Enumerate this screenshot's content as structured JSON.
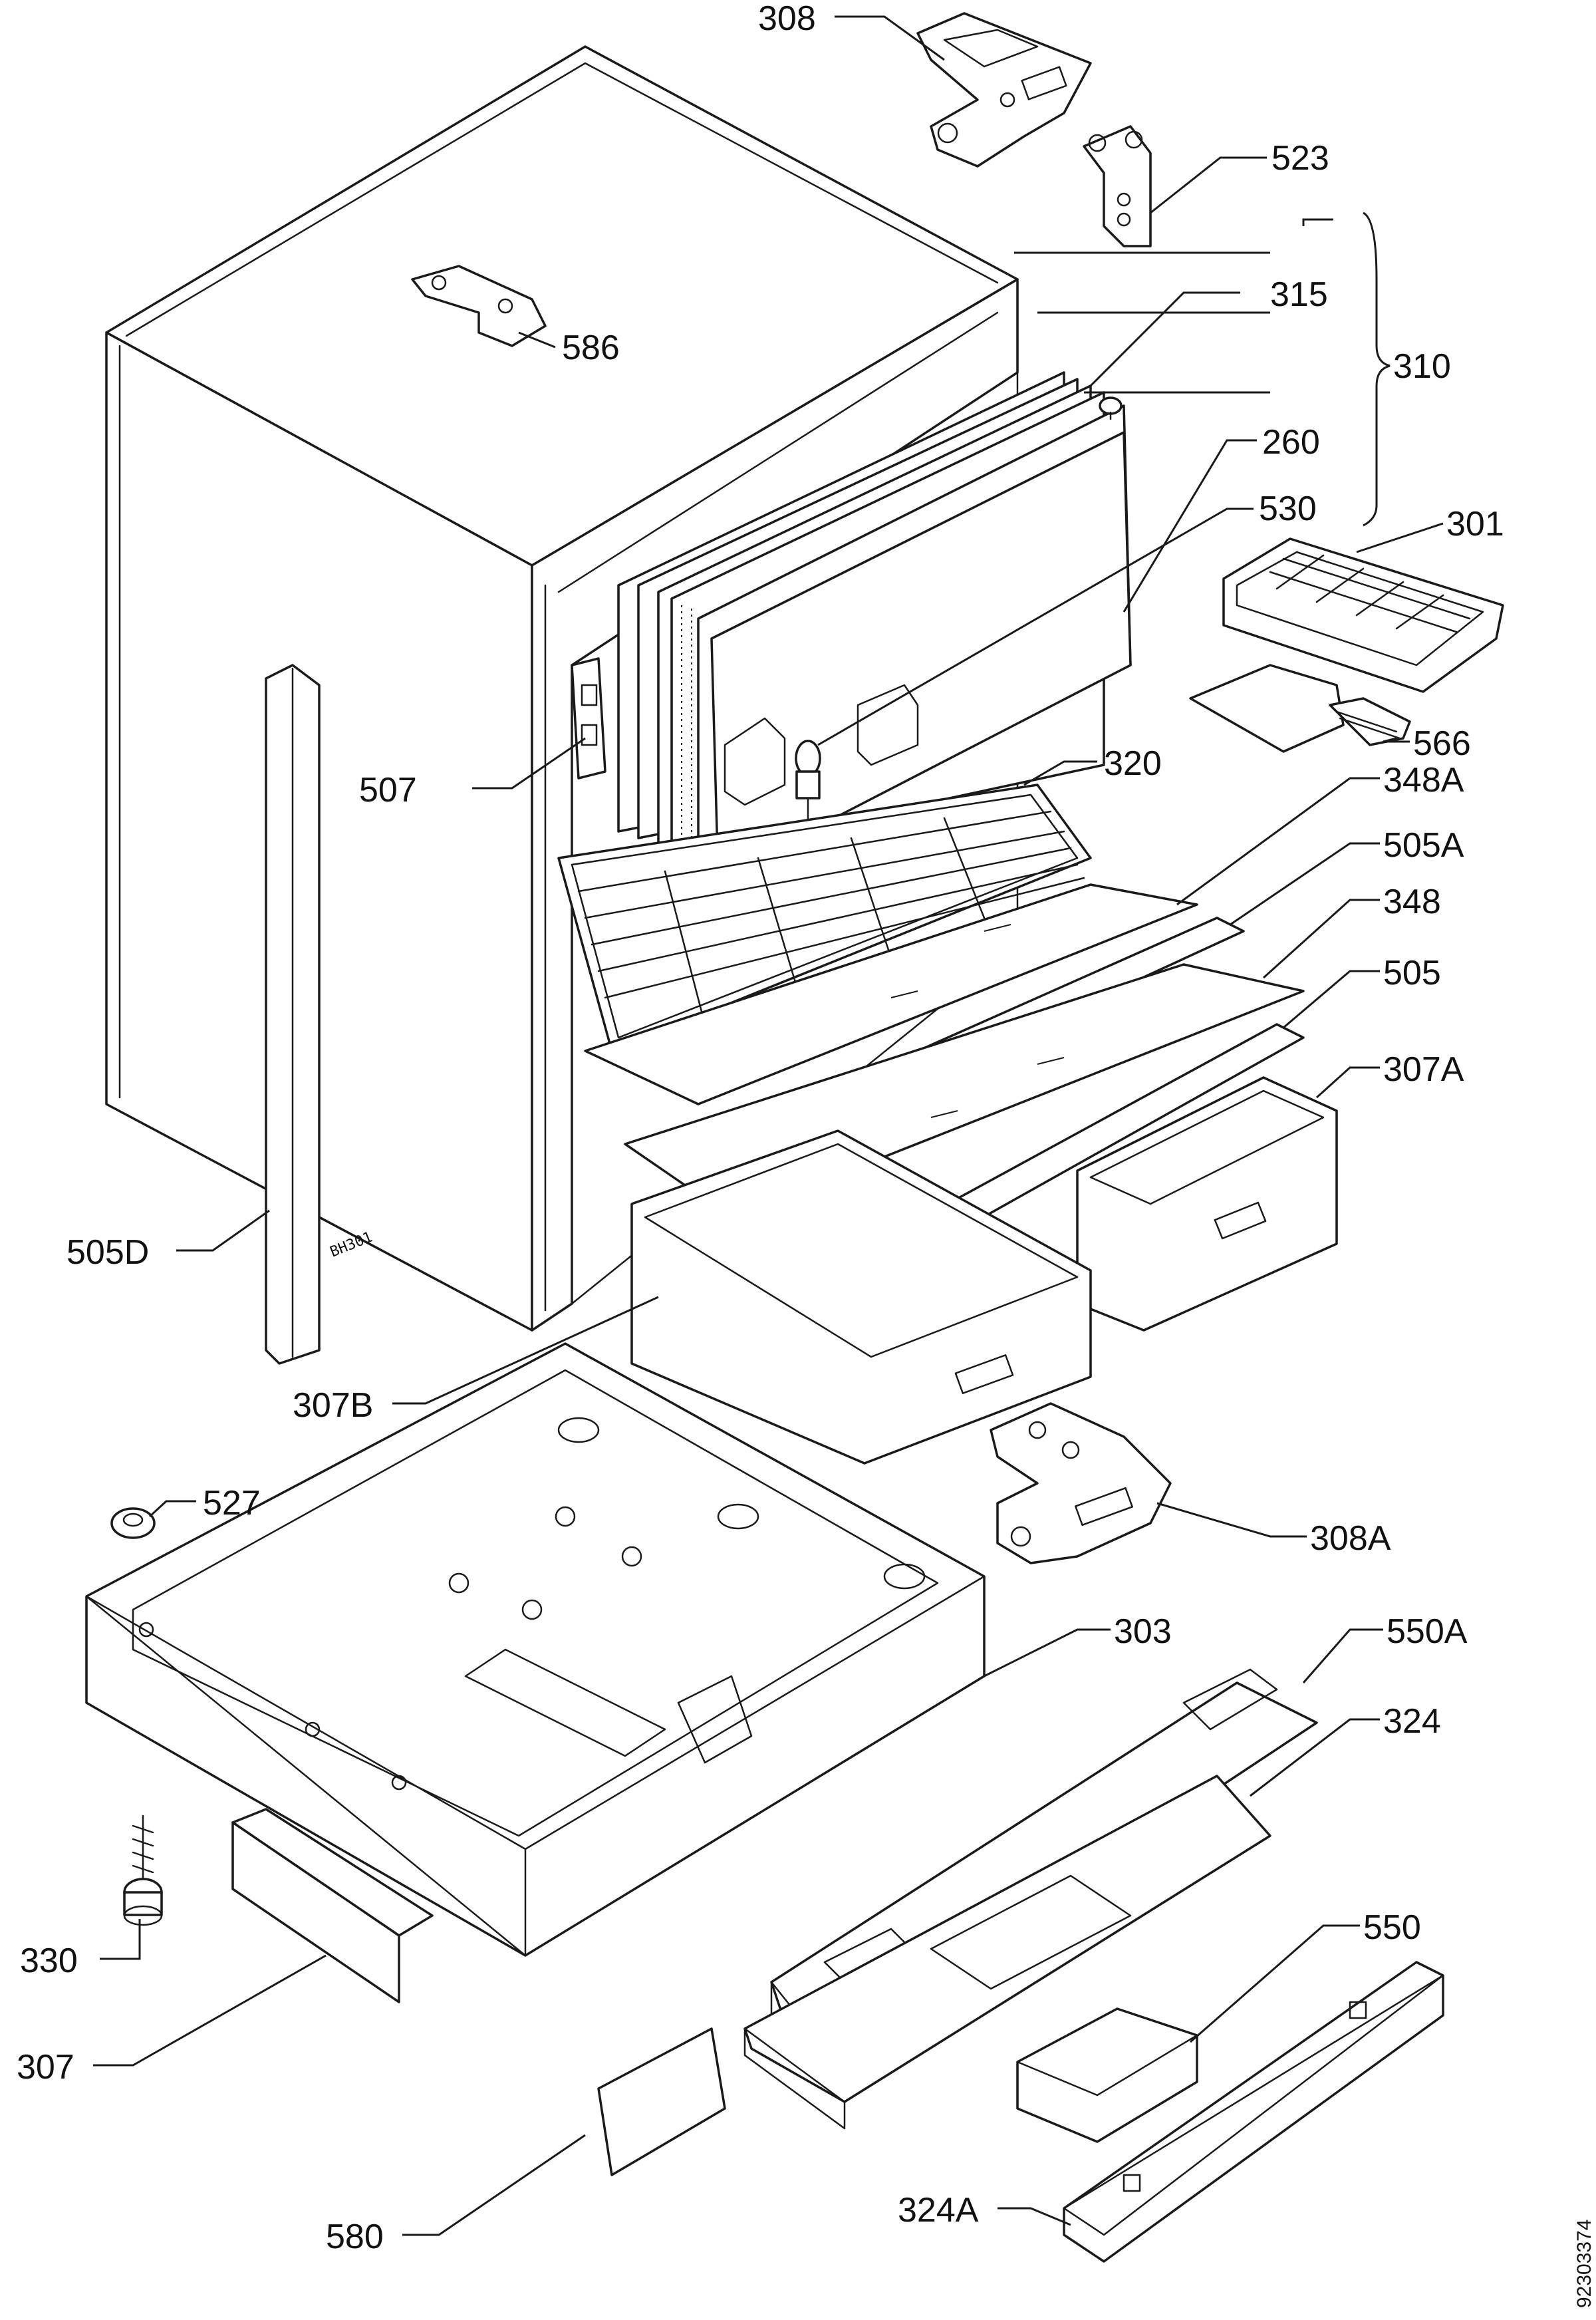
{
  "labels": {
    "l308": "308",
    "l523": "523",
    "l315": "315",
    "l310": "310",
    "l586": "586",
    "l260": "260",
    "l530": "530",
    "l301": "301",
    "l507": "507",
    "l566": "566",
    "l320": "320",
    "l348A": "348A",
    "l505A": "505A",
    "l348": "348",
    "l505": "505",
    "l307A": "307A",
    "l505D": "505D",
    "l307B": "307B",
    "l527": "527",
    "l308A": "308A",
    "l303": "303",
    "l550A": "550A",
    "l324": "324",
    "l330": "330",
    "l550": "550",
    "l307": "307",
    "l324A": "324A",
    "l580": "580"
  },
  "cabinet_stamp": "BH301",
  "document_id": "92303374"
}
